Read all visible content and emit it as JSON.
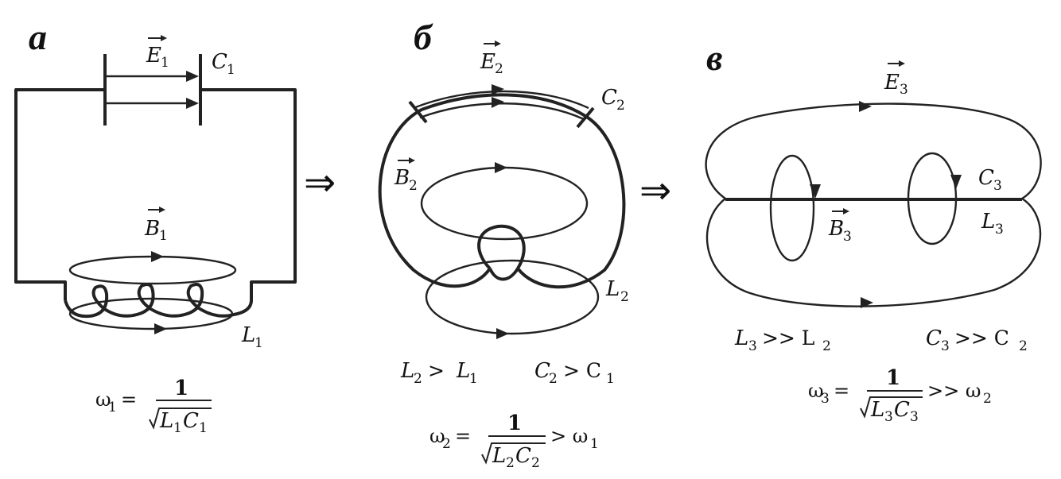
{
  "panels": [
    {
      "letter": "а",
      "field_e": "E",
      "field_e_sub": "1",
      "cap": "C",
      "cap_sub": "1",
      "field_b": "B",
      "field_b_sub": "1",
      "ind": "L",
      "ind_sub": "1",
      "omega": "ω",
      "omega_sub": "1",
      "num": "1",
      "den_l": "L",
      "den_l_sub": "1",
      "den_c": "C",
      "den_c_sub": "1"
    },
    {
      "letter": "б",
      "field_e": "E",
      "field_e_sub": "2",
      "cap": "C",
      "cap_sub": "2",
      "field_b": "B",
      "field_b_sub": "2",
      "ind": "L",
      "ind_sub": "2",
      "rel_l_left": "L",
      "rel_l_left_sub": "2",
      "rel_l_op": " > ",
      "rel_l_right": "L",
      "rel_l_right_sub": "1",
      "rel_c_left": "C",
      "rel_c_left_sub": "2",
      "rel_c_op": " > C",
      "rel_c_right_sub": "1",
      "omega": "ω",
      "omega_sub": "2",
      "num": "1",
      "den_l": "L",
      "den_l_sub": "2",
      "den_c": "C",
      "den_c_sub": "2",
      "tail": "> ω",
      "tail_sub": "1"
    },
    {
      "letter": "в",
      "field_e": "E",
      "field_e_sub": "3",
      "cap": "C",
      "cap_sub": "3",
      "field_b": "B",
      "field_b_sub": "3",
      "ind": "L",
      "ind_sub": "3",
      "rel_l_left": "L",
      "rel_l_left_sub": "3",
      "rel_l_op": " >> L",
      "rel_l_right_sub": "2",
      "rel_c_left": "C",
      "rel_c_left_sub": "3",
      "rel_c_op": " >> C",
      "rel_c_right_sub": "2",
      "omega": "ω",
      "omega_sub": "3",
      "num": "1",
      "den_l": "L",
      "den_l_sub": "3",
      "den_c": "C",
      "den_c_sub": "3",
      "tail": ">> ω",
      "tail_sub": "2"
    }
  ],
  "implies_symbol": "⇒"
}
